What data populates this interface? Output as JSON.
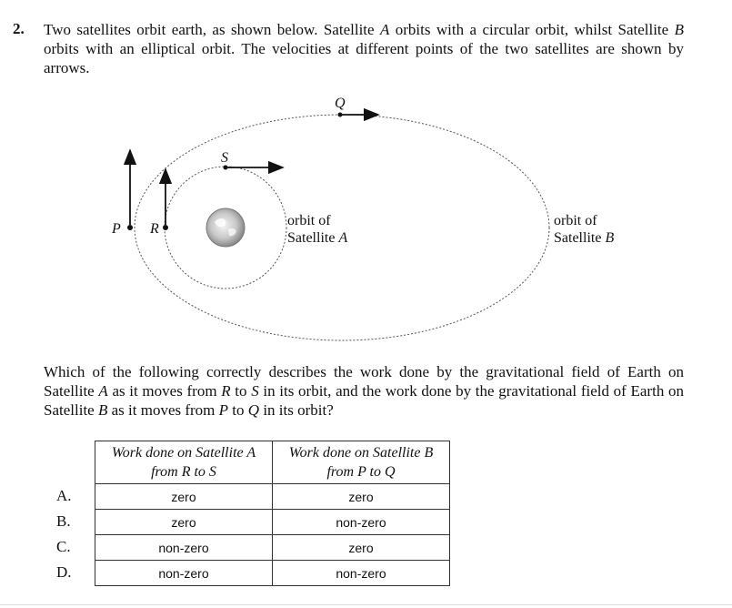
{
  "question": {
    "number": "2.",
    "intro_parts": [
      "Two satellites orbit earth, as shown below. Satellite ",
      "A",
      " orbits with a circular orbit, whilst Satellite ",
      "B",
      " orbits with an elliptical orbit. The velocities at different points of the two satellites are shown by arrows."
    ],
    "prompt_parts": [
      "Which of the following correctly describes the work done by the gravitational field of Earth on Satellite ",
      "A",
      " as it moves from ",
      "R",
      " to ",
      "S",
      " in its orbit, and the work done by the gravitational field of Earth on Satellite ",
      "B",
      " as it moves from ",
      "P",
      " to ",
      "Q",
      " in its orbit?"
    ]
  },
  "diagram": {
    "points": {
      "P": "P",
      "R": "R",
      "S": "S",
      "Q": "Q"
    },
    "orbit_a_label": {
      "line1": "orbit of",
      "line2_prefix": "Satellite ",
      "line2_var": "A"
    },
    "orbit_b_label": {
      "line1": "orbit of",
      "line2_prefix": "Satellite ",
      "line2_var": "B"
    }
  },
  "table": {
    "headers": [
      {
        "line1": "Work done on Satellite A",
        "line2": "from R to S"
      },
      {
        "line1": "Work done on Satellite B",
        "line2": "from P to Q"
      }
    ],
    "rows": [
      {
        "option": "A.",
        "col1": "zero",
        "col2": "zero"
      },
      {
        "option": "B.",
        "col1": "zero",
        "col2": "non-zero"
      },
      {
        "option": "C.",
        "col1": "non-zero",
        "col2": "zero"
      },
      {
        "option": "D.",
        "col1": "non-zero",
        "col2": "non-zero"
      }
    ]
  }
}
